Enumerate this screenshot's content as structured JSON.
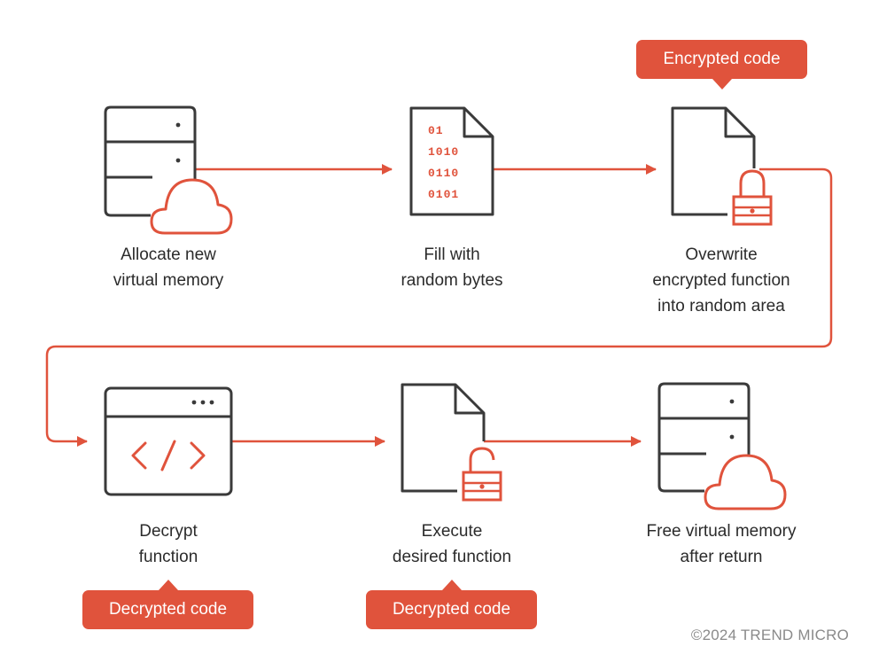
{
  "colors": {
    "accent": "#e0533c",
    "stroke": "#3a3a3a",
    "text": "#2b2b2b"
  },
  "steps": [
    {
      "label": "Allocate new\nvirtual memory",
      "icon": "server-cloud-icon"
    },
    {
      "label": "Fill with\nrandom bytes",
      "icon": "binary-file-icon"
    },
    {
      "label": "Overwrite\nencrypted function\ninto random area",
      "icon": "locked-file-icon"
    },
    {
      "label": "Decrypt\nfunction",
      "icon": "code-window-icon"
    },
    {
      "label": "Execute\ndesired function",
      "icon": "unlocked-file-icon"
    },
    {
      "label": "Free virtual memory\nafter return",
      "icon": "server-cloud-icon"
    }
  ],
  "tags": {
    "encrypted": "Encrypted code",
    "decrypted_1": "Decrypted code",
    "decrypted_2": "Decrypted code"
  },
  "binary_rows": [
    "01",
    "1010",
    "0110",
    "0101"
  ],
  "copyright": "©2024 TREND MICRO"
}
